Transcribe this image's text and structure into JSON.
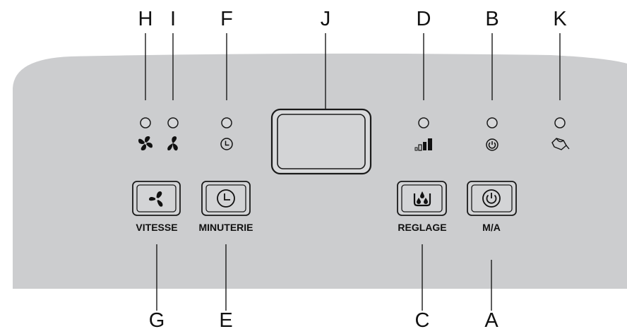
{
  "callouts": {
    "H": "H",
    "I": "I",
    "F": "F",
    "J": "J",
    "D": "D",
    "B": "B",
    "K": "K",
    "G": "G",
    "E": "E",
    "C": "C",
    "A": "A"
  },
  "buttons": {
    "vitesse": "VITESSE",
    "minuterie": "MINUTERIE",
    "reglage": "REGLAGE",
    "ma": "M/A"
  },
  "indicators": [
    {
      "id": "H",
      "icon": "fan-high-icon"
    },
    {
      "id": "I",
      "icon": "fan-low-icon"
    },
    {
      "id": "F",
      "icon": "timer-icon"
    },
    {
      "id": "D",
      "icon": "signal-bars-icon"
    },
    {
      "id": "B",
      "icon": "power-icon"
    },
    {
      "id": "K",
      "icon": "water-tank-full-icon"
    }
  ],
  "colors": {
    "panel": "#cccdcf",
    "line": "#1a1a1a",
    "button_face": "#d3d4d6"
  }
}
